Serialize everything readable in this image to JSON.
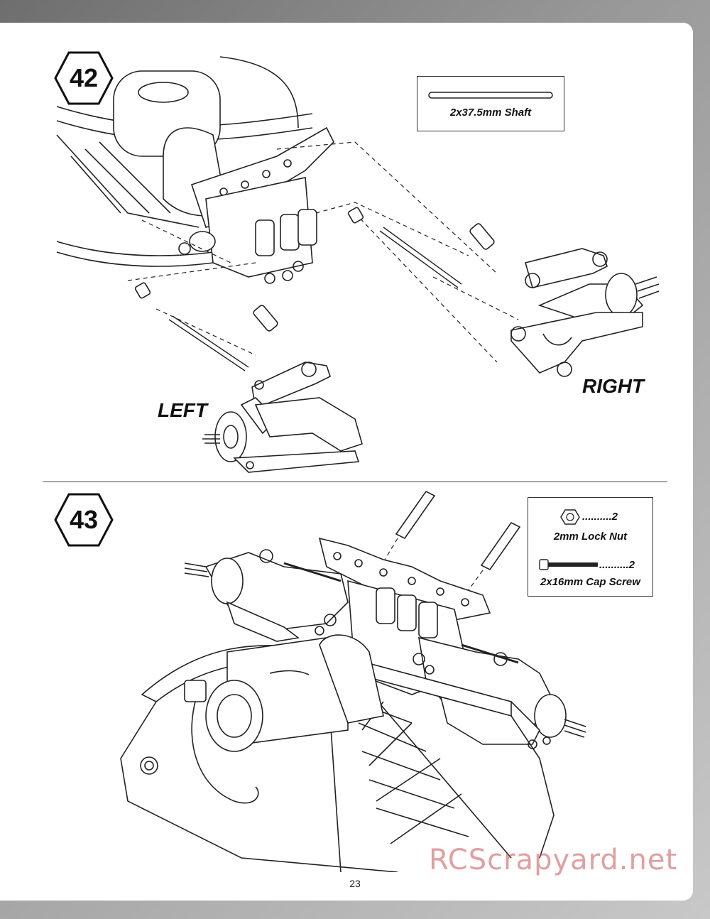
{
  "steps": [
    {
      "number": "42",
      "parts": [
        {
          "label": "2x37.5mm Shaft"
        }
      ],
      "labels": {
        "left": "LEFT",
        "right": "RIGHT"
      }
    },
    {
      "number": "43",
      "parts": [
        {
          "qty": "..........2",
          "label": "2mm Lock Nut"
        },
        {
          "qty": "..........2",
          "label": "2x16mm Cap Screw"
        }
      ]
    }
  ],
  "page_number": "23",
  "watermark": "RCScrapyard.net",
  "colors": {
    "line": "#222222",
    "background": "#ffffff",
    "watermark": "#c85050"
  }
}
